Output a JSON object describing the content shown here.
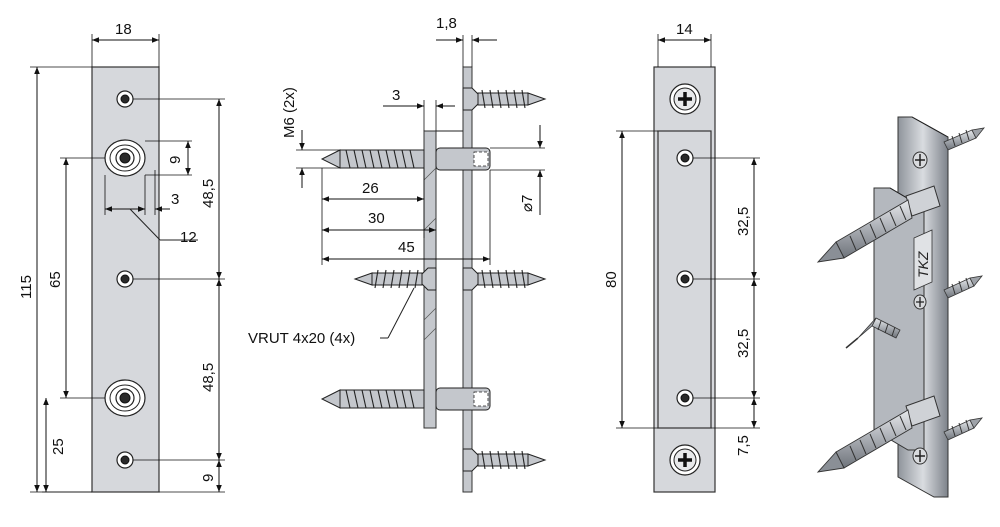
{
  "front_view": {
    "dim_width": "18",
    "dim_total_height": "115",
    "dim_bolt_spacing": "65",
    "dim_bottom_bolt": "25",
    "dim_slot_height": "9",
    "dim_slot_offset": "3",
    "dim_slot_width": "12",
    "dim_upper_pitch": "48,5",
    "dim_lower_pitch": "48,5",
    "dim_bottom_hole": "9"
  },
  "side_view": {
    "dim_thickness": "1,8",
    "dim_plate_offset": "3",
    "thread_label": "M6 (2x)",
    "dim_len_26": "26",
    "dim_len_30": "30",
    "dim_len_45": "45",
    "dim_diameter": "⌀7",
    "screw_label": "VRUT 4x20 (4x)"
  },
  "back_view": {
    "dim_width": "14",
    "dim_height": "80",
    "dim_pitch_upper": "32,5",
    "dim_pitch_lower": "32,5",
    "dim_bottom": "7,5"
  },
  "iso_view": {
    "logo_text": "TKZ"
  },
  "colors": {
    "plate": "#d6d8dc",
    "line": "#111111"
  }
}
